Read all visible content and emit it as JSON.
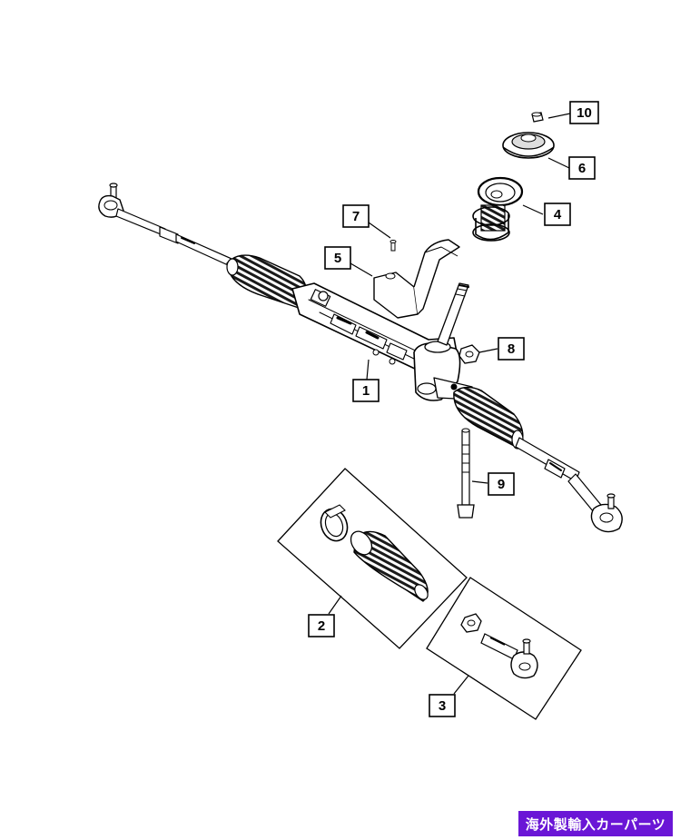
{
  "diagram": {
    "callouts": {
      "c1": "1",
      "c2": "2",
      "c3": "3",
      "c4": "4",
      "c5": "5",
      "c6": "6",
      "c7": "7",
      "c8": "8",
      "c9": "9",
      "c10": "10"
    }
  },
  "watermark": {
    "text": "海外製輸入カーパーツ",
    "background": "#6a16d6",
    "color": "#ffffff"
  }
}
